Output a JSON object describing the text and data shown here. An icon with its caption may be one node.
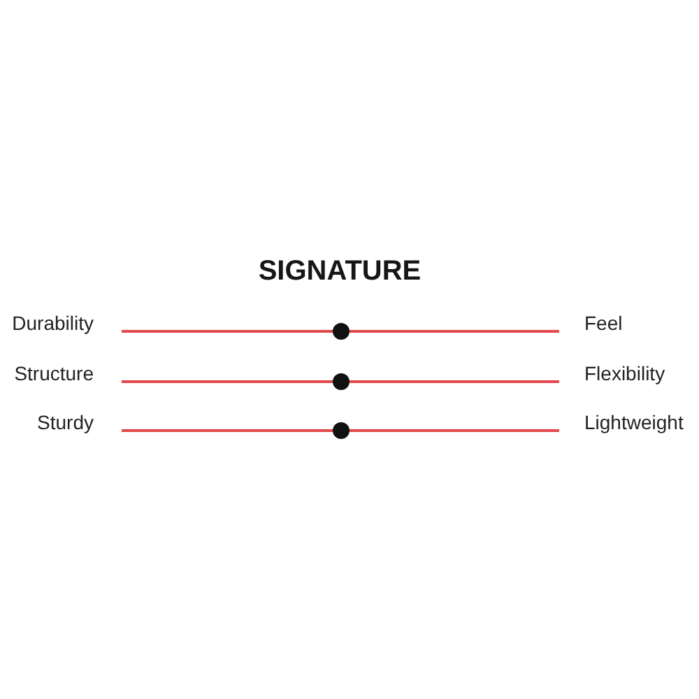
{
  "diagram": {
    "title": "SIGNATURE",
    "labels": [
      "Durability",
      "Feel",
      "Structure",
      "Flexibility",
      "Sturdy",
      "Lightweight"
    ]
  }
}
